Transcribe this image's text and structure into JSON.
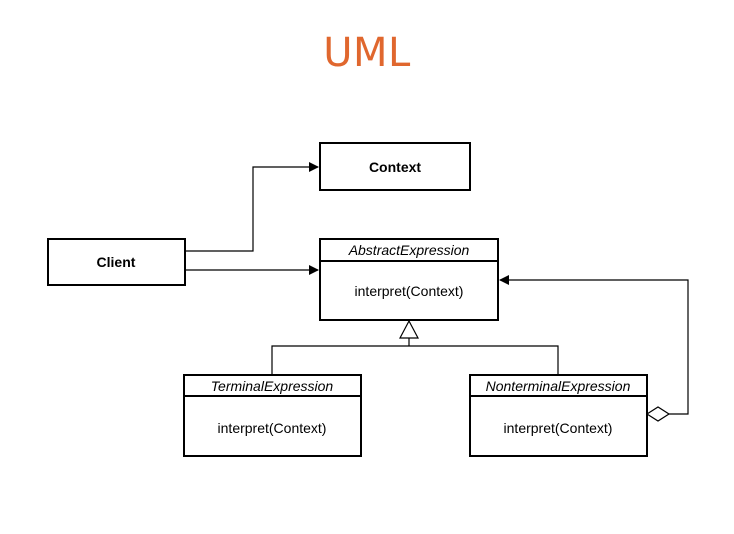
{
  "title": "UML",
  "classes": {
    "context": {
      "name": "Context"
    },
    "client": {
      "name": "Client"
    },
    "abstract_expression": {
      "name": "AbstractExpression",
      "method": "interpret(Context)"
    },
    "terminal_expression": {
      "name": "TerminalExpression",
      "method": "interpret(Context)"
    },
    "nonterminal_expression": {
      "name": "NonterminalExpression",
      "method": "interpret(Context)"
    }
  },
  "colors": {
    "title": "#e0672e",
    "line": "#000000",
    "background": "#ffffff"
  }
}
